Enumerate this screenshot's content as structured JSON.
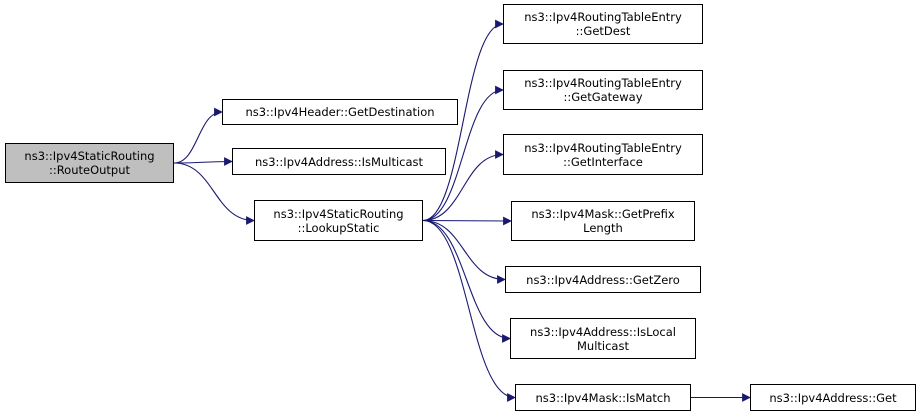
{
  "colors": {
    "edge": "#191970",
    "border": "#000000",
    "root_fill": "#bfbfbf",
    "node_fill": "#ffffff"
  },
  "nodes": {
    "route_output": {
      "line1": "ns3::Ipv4StaticRouting",
      "line2": "::RouteOutput"
    },
    "get_destination": {
      "line1": "ns3::Ipv4Header::GetDestination"
    },
    "is_multicast": {
      "line1": "ns3::Ipv4Address::IsMulticast"
    },
    "lookup_static": {
      "line1": "ns3::Ipv4StaticRouting",
      "line2": "::LookupStatic"
    },
    "get_dest": {
      "line1": "ns3::Ipv4RoutingTableEntry",
      "line2": "::GetDest"
    },
    "get_gateway": {
      "line1": "ns3::Ipv4RoutingTableEntry",
      "line2": "::GetGateway"
    },
    "get_interface": {
      "line1": "ns3::Ipv4RoutingTableEntry",
      "line2": "::GetInterface"
    },
    "get_prefix_length": {
      "line1": "ns3::Ipv4Mask::GetPrefix",
      "line2": "Length"
    },
    "get_zero": {
      "line1": "ns3::Ipv4Address::GetZero"
    },
    "is_local_multicast": {
      "line1": "ns3::Ipv4Address::IsLocal",
      "line2": "Multicast"
    },
    "is_match": {
      "line1": "ns3::Ipv4Mask::IsMatch"
    },
    "address_get": {
      "line1": "ns3::Ipv4Address::Get"
    }
  },
  "edges": [
    {
      "from": "route_output",
      "to": "get_destination"
    },
    {
      "from": "route_output",
      "to": "is_multicast"
    },
    {
      "from": "route_output",
      "to": "lookup_static"
    },
    {
      "from": "lookup_static",
      "to": "get_dest"
    },
    {
      "from": "lookup_static",
      "to": "get_gateway"
    },
    {
      "from": "lookup_static",
      "to": "get_interface"
    },
    {
      "from": "lookup_static",
      "to": "get_prefix_length"
    },
    {
      "from": "lookup_static",
      "to": "get_zero"
    },
    {
      "from": "lookup_static",
      "to": "is_local_multicast"
    },
    {
      "from": "lookup_static",
      "to": "is_match"
    },
    {
      "from": "is_match",
      "to": "address_get"
    }
  ]
}
